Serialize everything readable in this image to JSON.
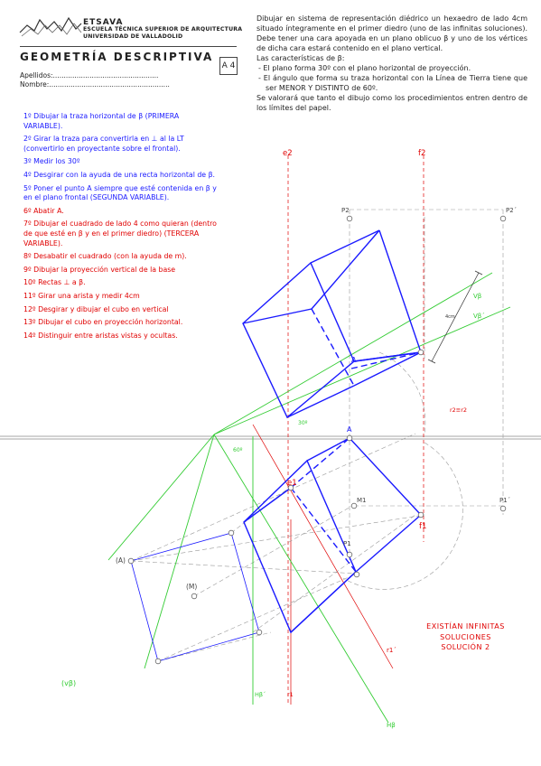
{
  "header": {
    "school_abbr": "ETSAVA",
    "school_line1": "ESCUELA TÉCNICA SUPERIOR DE ARQUITECTURA",
    "school_line2": "UNIVERSIDAD DE VALLADOLID",
    "subject": "GEOMETRÍA DESCRIPTIVA",
    "sheet": "A 4",
    "surname_label": "Apellidos:.................................................",
    "name_label": "Nombre:........................................................"
  },
  "statement": {
    "intro": "Dibujar en sistema de representación diédrico un hexaedro de lado 4cm situado íntegramente en el primer diedro (uno de las infinitas soluciones). Debe tener una cara apoyada en un plano oblicuo β y uno de los vértices de dicha cara estará contenido en el plano vertical.",
    "features_title": "Las características de β:",
    "feature1": "- El plano forma 30º con el plano horizontal de proyección.",
    "feature2": "- El ángulo que forma su traza horizontal con la Línea de Tierra tiene que ser MENOR Y DISTINTO de 60º.",
    "closing": "Se valorará que tanto el dibujo como los procedimientos entren dentro de los límites del papel."
  },
  "steps": [
    {
      "text": "1º Dibujar la traza horizontal de β (PRIMERA VARIABLE).",
      "color": "blue"
    },
    {
      "text": "2º Girar la traza para convertirla en ⊥ al la LT (convertirlo en proyectante sobre el frontal).",
      "color": "blue"
    },
    {
      "text": "3º Medir los 30º",
      "color": "blue"
    },
    {
      "text": "4º Desgirar con la ayuda de una recta horizontal de β.",
      "color": "blue"
    },
    {
      "text": "5º Poner el punto A siempre que esté contenida en β y en el plano frontal (SEGUNDA VARIABLE).",
      "color": "blue"
    },
    {
      "text": "6º Abatir A.",
      "color": "red"
    },
    {
      "text": "7º Dibujar el cuadrado de lado 4 como quieran (dentro de que esté en β y en el primer diedro) (TERCERA VARIABLE).",
      "color": "red"
    },
    {
      "text": "8º Desabatir el cuadrado (con la ayuda de m).",
      "color": "red"
    },
    {
      "text": "9º Dibujar la proyección vertical de la base",
      "color": "red"
    },
    {
      "text": "10º Rectas ⊥ a β.",
      "color": "red"
    },
    {
      "text": "11º Girar una arista y medir 4cm",
      "color": "red"
    },
    {
      "text": "12º Desgirar y dibujar el cubo en vertical",
      "color": "red"
    },
    {
      "text": "13º Dibujar el cubo en proyección horizontal.",
      "color": "red"
    },
    {
      "text": "14º Distinguir entre aristas vistas y ocultas.",
      "color": "red"
    }
  ],
  "note": {
    "line1": "EXISTÍAN INFINITAS",
    "line2": "SOLUCIONES",
    "line3": "SOLUCIÓN 2"
  },
  "labels": {
    "e2": "e2",
    "f2": "f2",
    "p2": "P2",
    "p2p": "P2´",
    "vb": "Vβ",
    "vbp": "Vβ´",
    "four_cm": "4cm",
    "a_v": "A",
    "r2": "r2≡r2",
    "angle30": "30º",
    "angle60": "60º",
    "a_h": "A",
    "e1": "e1",
    "m1": "M1",
    "f1": "f1",
    "p1p": "P1´",
    "p1": "P1",
    "a_ab": "(A)",
    "m_ab": "(M)",
    "r1p": "r1´",
    "vb_ab": "(vβ)",
    "hbp": "Hβ´",
    "r1": "r1",
    "hb": "Hβ"
  },
  "colors": {
    "cube": "#1a1aff",
    "trace_green": "#33cc33",
    "construction_red": "#e00000",
    "construction_gray": "#999999"
  }
}
